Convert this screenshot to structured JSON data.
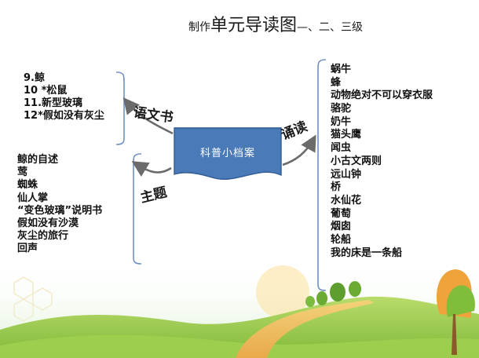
{
  "title": {
    "prefix": "制作",
    "main": "单元导读图",
    "suffix": "—、二、三级"
  },
  "center_box": {
    "label": "科普小档案"
  },
  "connectors": {
    "chinese_book": "语文书",
    "recite": "诵读",
    "theme": "主题"
  },
  "chinese_book_list": [
    "9.鲸",
    "10 *松鼠",
    "11.新型玻璃",
    "12*假如没有灰尘"
  ],
  "theme_list": [
    "鲸的自述",
    "莺",
    "蜘蛛",
    "仙人掌",
    "“变色玻璃”说明书",
    "假如没有沙漠",
    "灰尘的旅行",
    "回声"
  ],
  "recite_list": [
    "蜗牛",
    "蜂",
    "动物绝对不可以穿衣服",
    "骆驼",
    "奶牛",
    "猫头鹰",
    "闻虫",
    "小古文两则",
    "远山钟",
    "桥",
    "水仙花",
    "葡萄",
    "烟囱",
    "轮船",
    "我的床是一条船"
  ],
  "colors": {
    "box_fill": "#4a7ab8",
    "box_edge": "#2f5a93",
    "bracket": "#6d90c0",
    "arrow": "#6b6b6b",
    "grass": "#8dc63f",
    "sky": "#d9ecf7",
    "sun": "#f5a623"
  }
}
